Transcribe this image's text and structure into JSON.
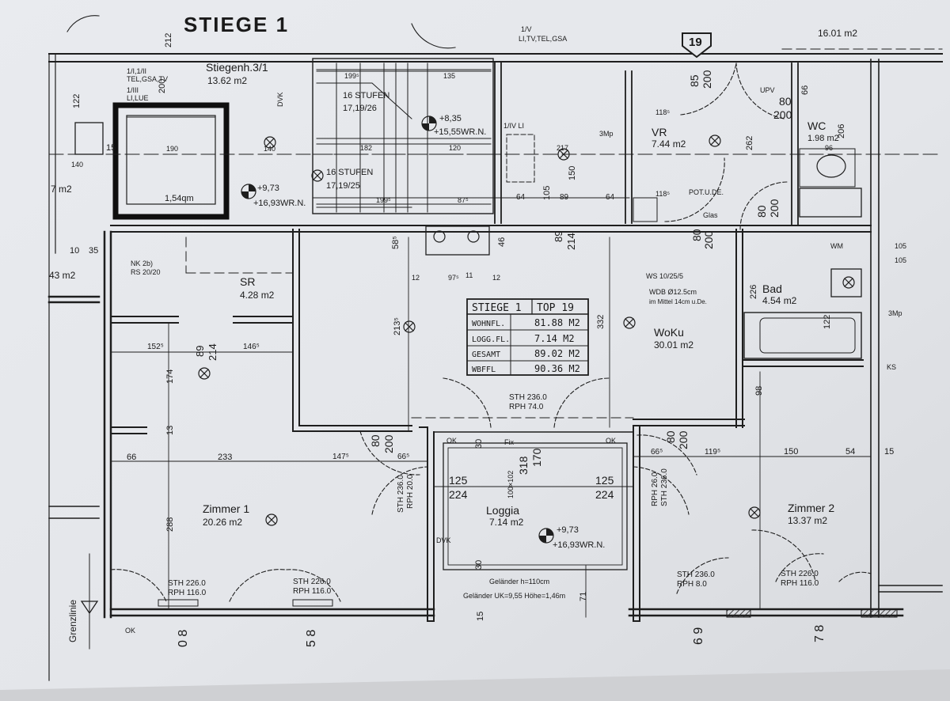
{
  "header": {
    "title": "STIEGE 1",
    "corner_area": "16.01 m2",
    "unit_number": "19"
  },
  "rooms": {
    "stiegenhaus": {
      "name": "Stiegenh.3/1",
      "area": "13.62 m2"
    },
    "lift_area": "1,54qm",
    "sr": {
      "name": "SR",
      "area": "4.28 m2"
    },
    "vr": {
      "name": "VR",
      "area": "7.44 m2"
    },
    "wc": {
      "name": "WC",
      "area": "1.98 m2"
    },
    "bad": {
      "name": "Bad",
      "area": "4.54 m2"
    },
    "woku": {
      "name": "WoKu",
      "area": "30.01 m2"
    },
    "zimmer1": {
      "name": "Zimmer 1",
      "area": "20.26 m2"
    },
    "zimmer2": {
      "name": "Zimmer 2",
      "area": "13.37 m2"
    },
    "loggia": {
      "name": "Loggia",
      "area": "7.14 m2"
    },
    "left_cut_area": "43 m2",
    "left_cut_area2": "7 m2"
  },
  "stairs": {
    "upper": {
      "steps": "16 STUFEN",
      "dims": "17,19/26"
    },
    "lower": {
      "steps": "16 STUFEN",
      "dims": "17,19/25"
    }
  },
  "levels": {
    "a": "+9,73",
    "a_wrn": "+16,93WR.N.",
    "b": "+8,35",
    "b_wrn": "+15,55WR.N.",
    "c": "+9,73",
    "c_wrn": "+16,93WR.N."
  },
  "info_table": {
    "header_left": "STIEGE 1",
    "header_right": "TOP 19",
    "rows": [
      {
        "label": "WOHNFL.",
        "value": "81.88 M2"
      },
      {
        "label": "LOGG.FL.",
        "value": "7.14 M2"
      },
      {
        "label": "GESAMT",
        "value": "89.02 M2"
      },
      {
        "label": "WBFFL",
        "value": "90.36 M2"
      }
    ]
  },
  "notes": {
    "install_1": "1/I,1/II",
    "install_2": "TEL,GSA,TV",
    "install_3": "1/III",
    "install_4": "LI,LUE",
    "install_5": "1/V",
    "install_6": "LI,TV,TEL,GSA",
    "install_7": "1/IV LI",
    "ws": "WS 10/25/5",
    "wdb": "WDB Ø12.5cm",
    "wdb2": "im Mittel 14cm u.De.",
    "pot": "POT.U.DE.",
    "glas": "Glas",
    "fix": "Fix",
    "gel1": "Geländer h=110cm",
    "gel2": "Geländer UK=9,55  Höhe=1,46m",
    "nk": "NK 2b)",
    "rs": "RS 20/20",
    "grenz": "Grenzlinie",
    "upv": "UPV",
    "wm": "WM",
    "ks": "KS",
    "ok": "OK",
    "dvk": "DVK",
    "three_mp": "3Mp"
  },
  "doors": {
    "d1": "STH 226.0",
    "d1b": "RPH 116.0",
    "d2": "STH 226.0",
    "d2b": "RPH 116.0",
    "d3": "STH 236.0",
    "d3b": "RPH 74.0",
    "d4": "STH 236.0",
    "d4b": "RPH 20.0",
    "d5": "STH 236.0",
    "d5b": "RPH 26.0",
    "d6": "STH 236.0",
    "d6b": "RPH 8.0",
    "d7": "STH 226.0",
    "d7b": "RPH 116.0"
  },
  "dims": {
    "d212": "212",
    "d200": "200",
    "d122": "122",
    "d140": "140",
    "d190": "190",
    "d199": "199⁵",
    "d135": "135",
    "d182": "182",
    "d120": "120",
    "d87": "87⁵",
    "d85": "85",
    "d200b": "200",
    "d118": "118⁵",
    "d80": "80",
    "d200c": "200",
    "d66": "66",
    "d206": "206",
    "d96": "96",
    "d262": "262",
    "d217": "217",
    "d89": "89",
    "d214": "214",
    "d64": "64",
    "d105": "105",
    "d150": "150",
    "d46": "46",
    "d58": "58⁵",
    "d97": "97⁵",
    "d11": "11",
    "d12": "12",
    "d213": "213⁵",
    "d332": "332",
    "d152": "152⁵",
    "d146": "146⁵",
    "d174": "174",
    "d13": "13",
    "d233": "233",
    "d66b": "66",
    "d288": "288",
    "d147": "147⁵",
    "d80b": "80",
    "d200d": "200",
    "d66c": "66⁵",
    "d125": "125",
    "d224": "224",
    "d318": "318",
    "d170": "170",
    "d100": "100×102",
    "d125b": "125",
    "d224b": "224",
    "d30": "30",
    "d71": "71",
    "d15": "15",
    "d54": "54",
    "d98": "98",
    "d226": "226",
    "d122b": "122",
    "d35": "35",
    "d10": "10",
    "d119": "119⁵",
    "d150b": "150",
    "d708": "7 8",
    "d508": "5 8",
    "d008": "0 8",
    "d608": "6 9"
  }
}
